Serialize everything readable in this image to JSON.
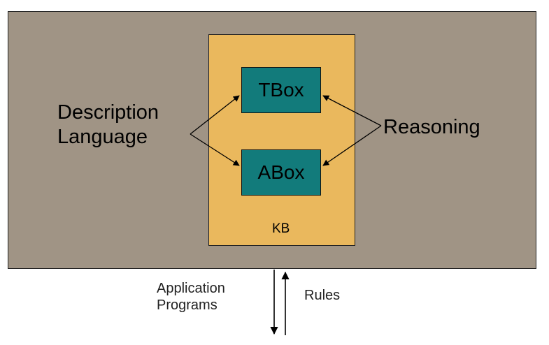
{
  "diagram": {
    "kb_label": "KB",
    "tbox_label": "TBox",
    "abox_label": "ABox",
    "description_label": "Description\nLanguage",
    "reasoning_label": "Reasoning",
    "application_label": "Application\nPrograms",
    "rules_label": "Rules"
  },
  "colors": {
    "system_background": "#a09485",
    "kb_background": "#eab85d",
    "box_fill": "#127b7b"
  }
}
